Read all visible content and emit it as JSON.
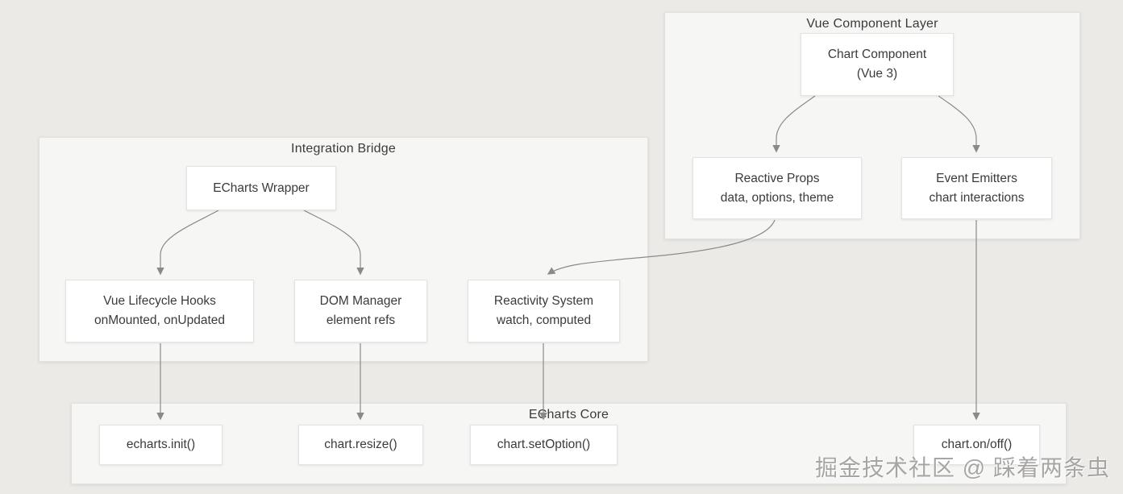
{
  "diagram": {
    "groups": {
      "vue_layer": {
        "title": "Vue Component Layer"
      },
      "integration_bridge": {
        "title": "Integration Bridge"
      },
      "echarts_core": {
        "title": "ECharts Core"
      }
    },
    "nodes": {
      "chart_component": {
        "line1": "Chart Component",
        "line2": "(Vue 3)"
      },
      "reactive_props": {
        "line1": "Reactive Props",
        "line2": "data, options, theme"
      },
      "event_emitters": {
        "line1": "Event Emitters",
        "line2": "chart interactions"
      },
      "echarts_wrapper": {
        "line1": "ECharts Wrapper"
      },
      "vue_lifecycle_hooks": {
        "line1": "Vue Lifecycle Hooks",
        "line2": "onMounted, onUpdated"
      },
      "dom_manager": {
        "line1": "DOM Manager",
        "line2": "element refs"
      },
      "reactivity_system": {
        "line1": "Reactivity System",
        "line2": "watch, computed"
      },
      "echarts_init": {
        "line1": "echarts.init()"
      },
      "chart_resize": {
        "line1": "chart.resize()"
      },
      "chart_setoption": {
        "line1": "chart.setOption()"
      },
      "chart_onoff": {
        "line1": "chart.on/off()"
      }
    },
    "edges": [
      {
        "from": "chart_component",
        "to": "reactive_props"
      },
      {
        "from": "chart_component",
        "to": "event_emitters"
      },
      {
        "from": "echarts_wrapper",
        "to": "vue_lifecycle_hooks"
      },
      {
        "from": "echarts_wrapper",
        "to": "dom_manager"
      },
      {
        "from": "reactive_props",
        "to": "reactivity_system"
      },
      {
        "from": "vue_lifecycle_hooks",
        "to": "echarts_init"
      },
      {
        "from": "dom_manager",
        "to": "chart_resize"
      },
      {
        "from": "reactivity_system",
        "to": "chart_setoption"
      },
      {
        "from": "event_emitters",
        "to": "chart_onoff"
      }
    ]
  },
  "watermark": "掘金技术社区 @ 踩着两条虫",
  "colors": {
    "page_background": "#ECEAE7",
    "group_fill": "#F6F6F5",
    "group_border": "#E2E1DE",
    "node_fill": "#FFFFFF",
    "node_border": "#E3E3E2",
    "edge": "#8A8A8A",
    "text": "#3B3B3B",
    "watermark": "#73706C"
  }
}
